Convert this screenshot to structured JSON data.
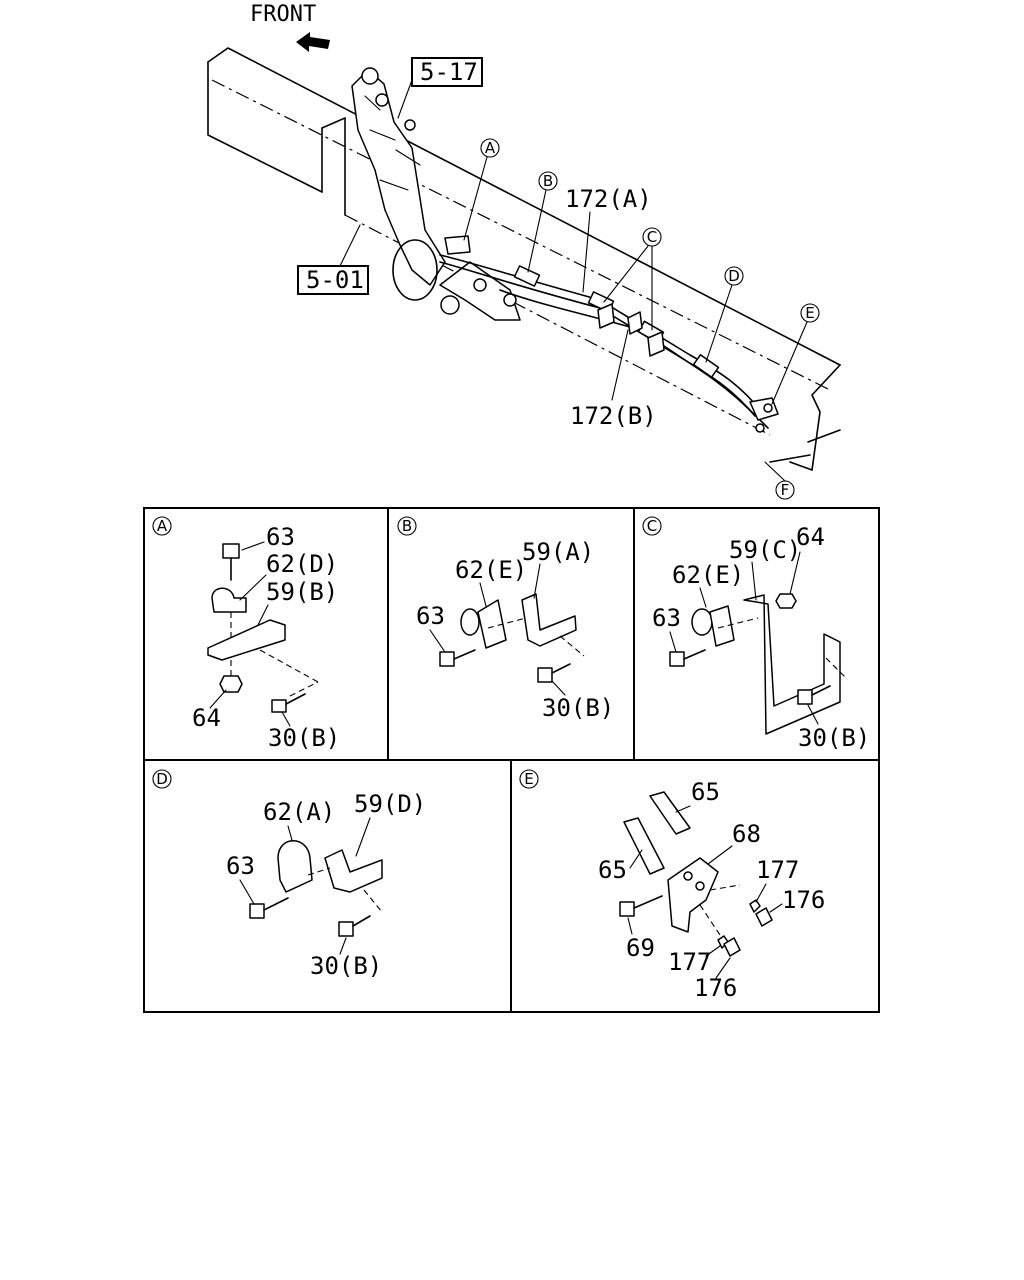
{
  "header": {
    "front_label": "FRONT"
  },
  "main": {
    "refs": {
      "ref_517": "5-17",
      "ref_501": "5-01"
    },
    "callouts": {
      "a": "A",
      "b": "B",
      "c": "C",
      "d": "D",
      "e": "E",
      "f": "F"
    },
    "pipe_labels": {
      "p172a": "172(A)",
      "p172b": "172(B)"
    }
  },
  "panel_a": {
    "letter": "A",
    "p63": "63",
    "p62d": "62(D)",
    "p59b": "59(B)",
    "p64": "64",
    "p30b": "30(B)"
  },
  "panel_b": {
    "letter": "B",
    "p62e": "62(E)",
    "p59a": "59(A)",
    "p63": "63",
    "p30b": "30(B)"
  },
  "panel_c": {
    "letter": "C",
    "p59c": "59(C)",
    "p64": "64",
    "p62e": "62(E)",
    "p63": "63",
    "p30b": "30(B)"
  },
  "panel_d": {
    "letter": "D",
    "p62a": "62(A)",
    "p59d": "59(D)",
    "p63": "63",
    "p30b": "30(B)"
  },
  "panel_e": {
    "letter": "E",
    "p65a": "65",
    "p65b": "65",
    "p68": "68",
    "p177a": "177",
    "p176a": "176",
    "p69": "69",
    "p177b": "177",
    "p176b": "176"
  }
}
